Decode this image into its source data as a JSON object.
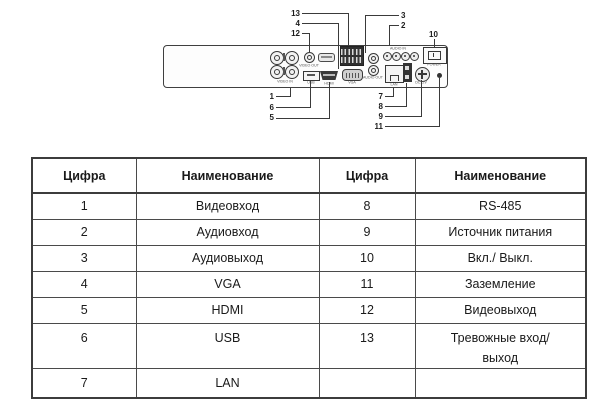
{
  "diagram": {
    "callouts": {
      "n1": "1",
      "n2": "2",
      "n3": "3",
      "n4": "4",
      "n5": "5",
      "n6": "6",
      "n7": "7",
      "n8": "8",
      "n9": "9",
      "n10": "10",
      "n11": "11",
      "n12": "12",
      "n13": "13"
    },
    "port_labels": {
      "video_in": "VIDEO IN",
      "video_out": "VIDEO OUT",
      "usb": "USB",
      "hdmi": "HDMI",
      "vga": "VGA",
      "audio_in": "AUDIO IN",
      "audio_out": "AUDIO OUT",
      "lan": "LAN",
      "power": "POWER",
      "dc_12v": "DC12V"
    }
  },
  "table": {
    "headers": [
      "Цифра",
      "Наименование",
      "Цифра",
      "Наименование"
    ],
    "rows": [
      {
        "cells": [
          "1",
          "Видеовход",
          "8",
          "RS-485"
        ]
      },
      {
        "cells": [
          "2",
          "Аудиовход",
          "9",
          "Источник питания"
        ]
      },
      {
        "cells": [
          "3",
          "Аудиовыход",
          "10",
          "Вкл./ Выкл."
        ]
      },
      {
        "cells": [
          "4",
          "VGA",
          "11",
          "Заземление"
        ]
      },
      {
        "cells": [
          "5",
          "HDMI",
          "12",
          "Видеовыход"
        ]
      },
      {
        "cells": [
          "6",
          "USB",
          "13",
          "Тревожные вход/\nвыход"
        ],
        "tall": true
      },
      {
        "cells": [
          "7",
          "LAN",
          "",
          ""
        ],
        "last": true
      }
    ]
  }
}
